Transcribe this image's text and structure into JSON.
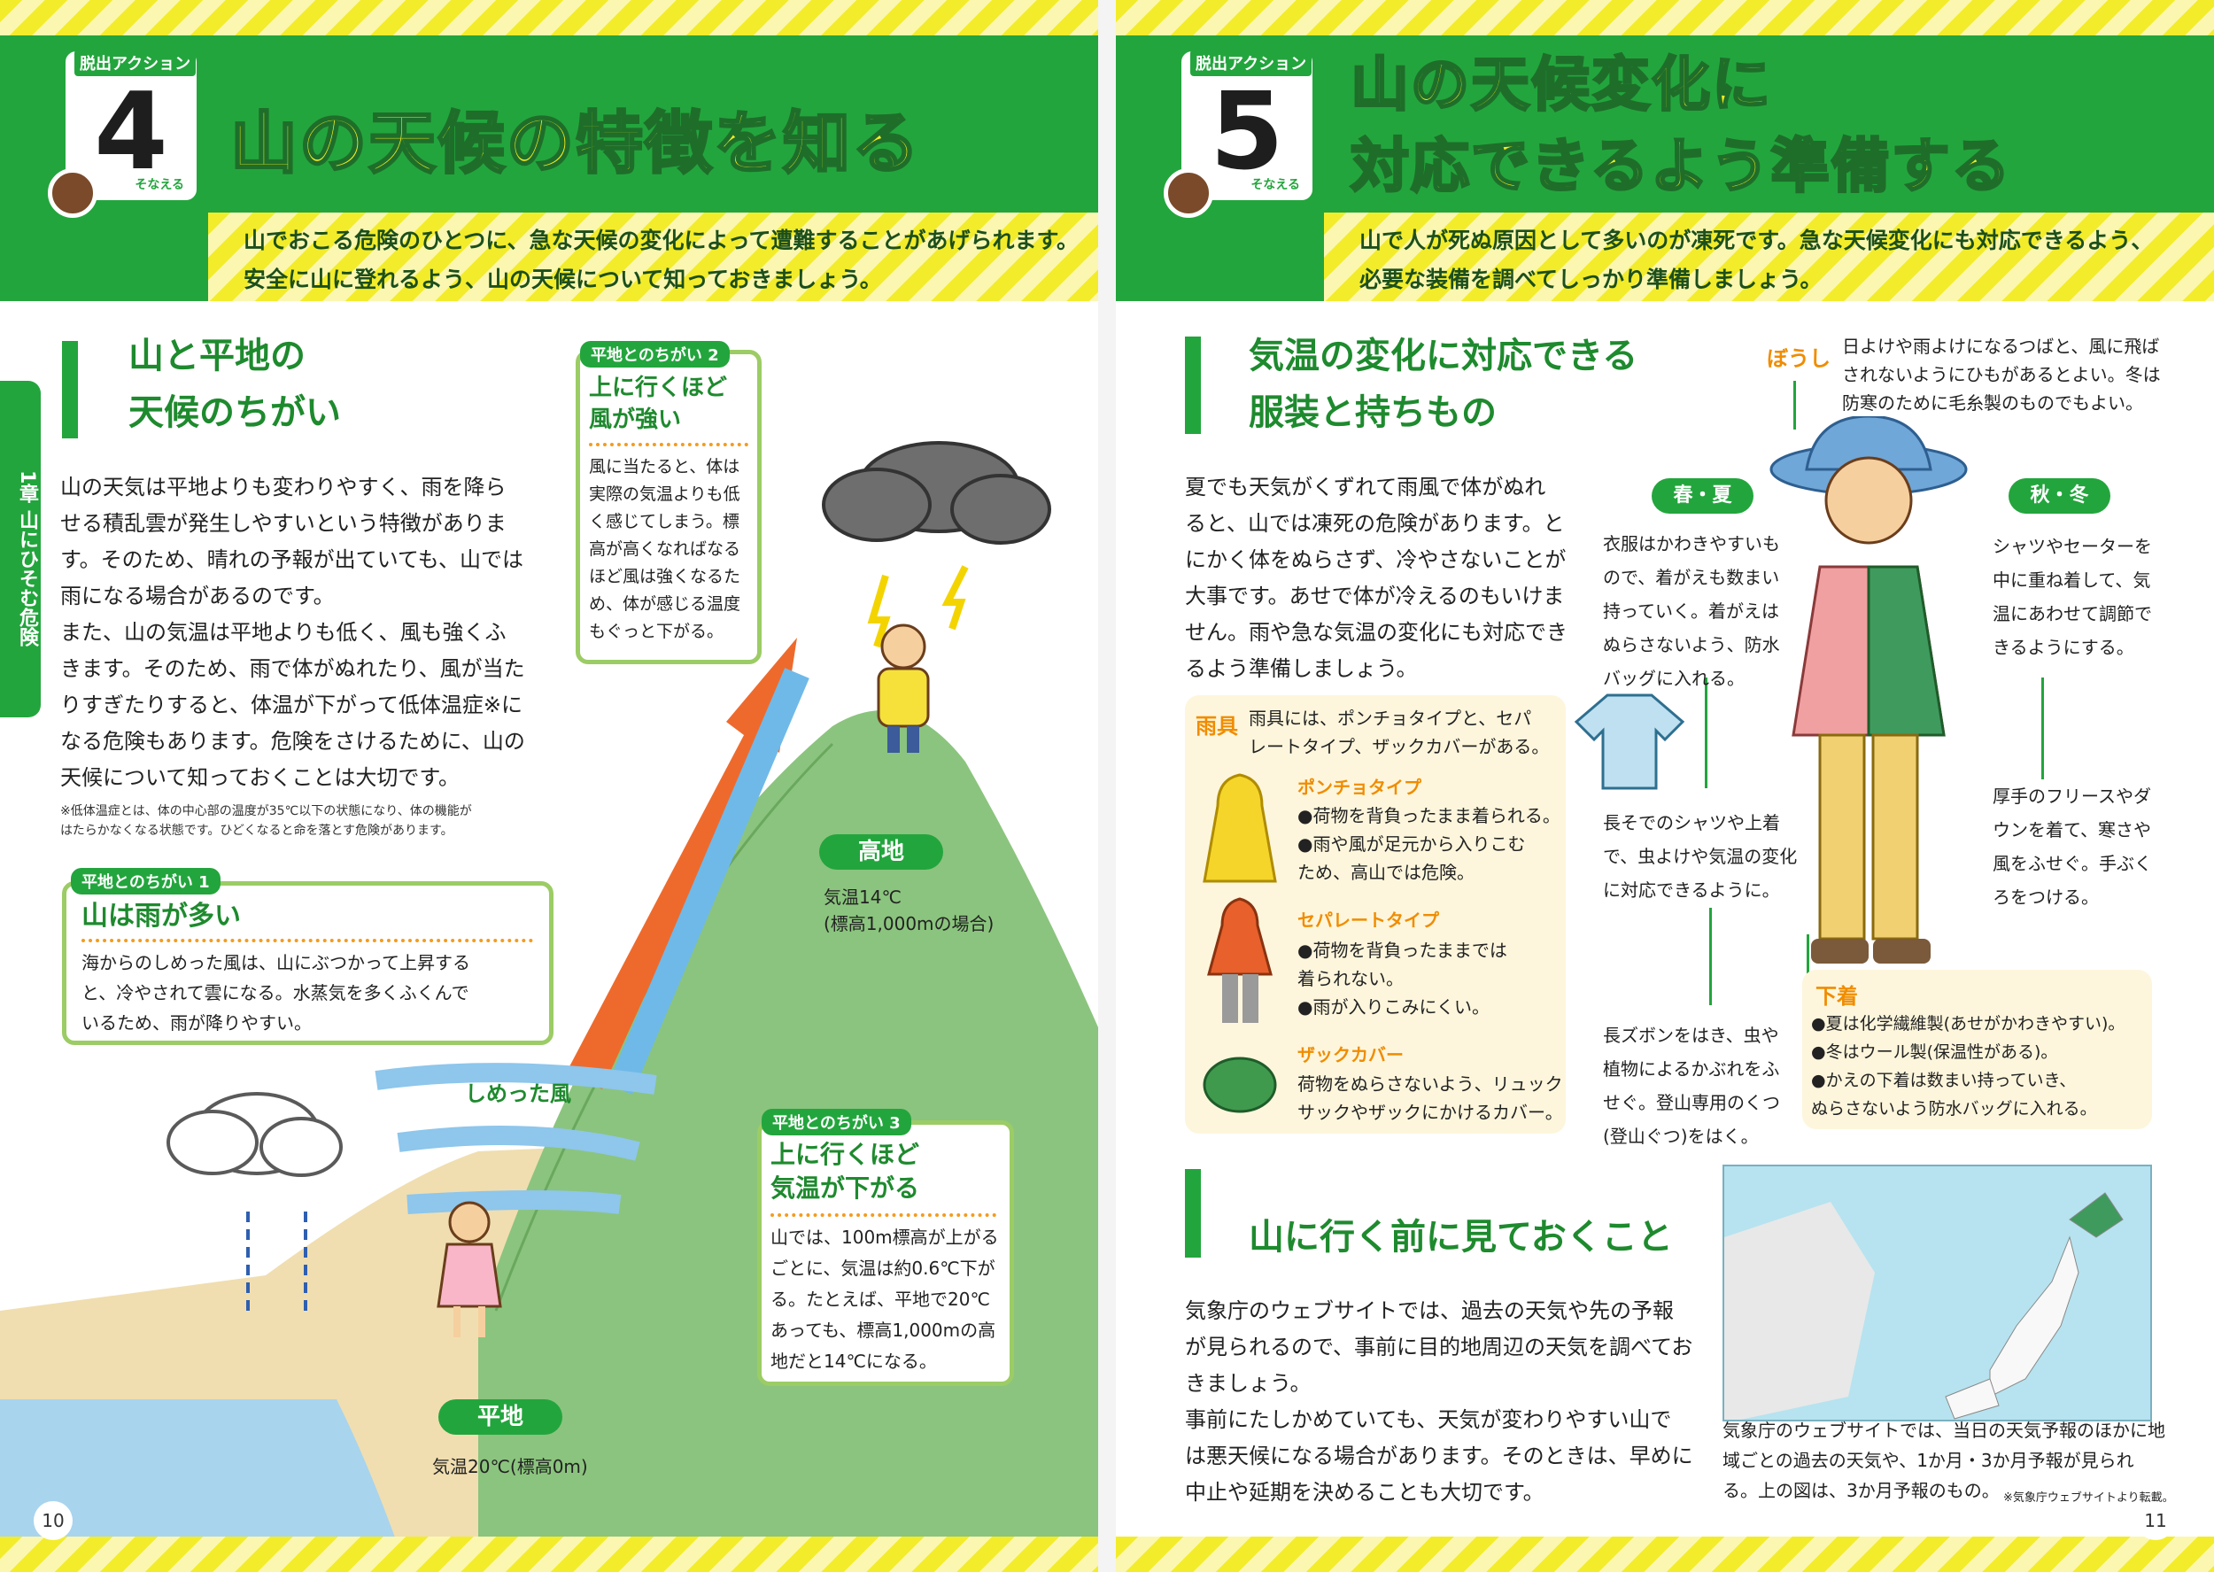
{
  "left_page": {
    "badge": {
      "tag": "脱出アクション",
      "number": "4",
      "foot": "そなえる"
    },
    "title": "山の天候の特徴を知る",
    "intro": [
      "山でおこる危険のひとつに、急な天候の変化によって遭難することがあげられます。",
      "安全に山に登れるよう、山の天候について知っておきましょう。"
    ],
    "side_tab": "1章 山にひそむ危険",
    "section": {
      "title_line1": "山と平地の",
      "title_line2": "天候のちがい"
    },
    "body": [
      "山の天気は平地よりも変わりやすく、雨を降ら",
      "せる積乱雲が発生しやすいという特徴がありま",
      "す。そのため、晴れの予報が出ていても、山では",
      "雨になる場合があるのです。",
      "また、山の気温は平地よりも低く、風も強くふ",
      "きます。そのため、雨で体がぬれたり、風が当た",
      "りすぎたりすると、体温が下がって低体温症※に",
      "なる危険もあります。危険をさけるために、山の",
      "天候について知っておくことは大切です。"
    ],
    "footnote": [
      "※低体温症とは、体の中心部の温度が35℃以下の状態になり、体の機能が",
      "はたらかなくなる状態です。ひどくなると命を落とす危険があります。"
    ],
    "box1": {
      "label": "平地とのちがい 1",
      "title": "山は雨が多い",
      "text": [
        "海からのしめった風は、山にぶつかって上昇する",
        "と、冷やされて雲になる。水蒸気を多くふくんで",
        "いるため、雨が降りやすい。"
      ]
    },
    "box2": {
      "label": "平地とのちがい 2",
      "title1": "上に行くほど",
      "title2": "風が強い",
      "text": [
        "風に当たると、体は",
        "実際の気温よりも低",
        "く感じてしまう。標",
        "高が高くなればなる",
        "ほど風は強くなるた",
        "め、体が感じる温度",
        "もぐっと下がる。"
      ]
    },
    "box3": {
      "label": "平地とのちがい 3",
      "title1": "上に行くほど",
      "title2": "気温が下がる",
      "text": [
        "山では、100m標高が上がる",
        "ごとに、気温は約0.6℃下が",
        "る。たとえば、平地で20℃",
        "あっても、標高1,000mの高",
        "地だと14℃になる。"
      ]
    },
    "wind_label": "しめった風",
    "highland": {
      "label": "高地",
      "temp": "気温14℃",
      "alt": "(標高1,000mの場合)"
    },
    "lowland": {
      "label": "平地",
      "temp": "気温20℃(標高0m)"
    },
    "page_number": "10"
  },
  "right_page": {
    "badge": {
      "tag": "脱出アクション",
      "number": "5",
      "foot": "そなえる"
    },
    "title_line1": "山の天候変化に",
    "title_line2": "対応できるよう準備する",
    "intro": [
      "山で人が死ぬ原因として多いのが凍死です。急な天候変化にも対応できるよう、",
      "必要な装備を調べてしっかり準備しましょう。"
    ],
    "section1": {
      "title_line1": "気温の変化に対応できる",
      "title_line2": "服装と持ちもの"
    },
    "body1": [
      "夏でも天気がくずれて雨風で体がぬれ",
      "ると、山では凍死の危険があります。と",
      "にかく体をぬらさず、冷やさないことが",
      "大事です。あせで体が冷えるのもいけま",
      "せん。雨や急な気温の変化にも対応でき",
      "るよう準備しましょう。"
    ],
    "rain_gear": {
      "label": "雨具",
      "intro": [
        "雨具には、ポンチョタイプと、セパ",
        "レートタイプ、ザックカバーがある。"
      ],
      "poncho": {
        "title": "ポンチョタイプ",
        "items": [
          "●荷物を背負ったまま着られる。",
          "●雨や風が足元から入りこむ",
          "ため、高山では危険。"
        ]
      },
      "separate": {
        "title": "セパレートタイプ",
        "items": [
          "●荷物を背負ったままでは",
          "着られない。",
          "●雨が入りこみにくい。"
        ]
      },
      "pack_cover": {
        "title": "ザックカバー",
        "items": [
          "荷物をぬらさないよう、リュック",
          "サックやザックにかけるカバー。"
        ]
      }
    },
    "hat": {
      "label": "ぼうし",
      "text": [
        "日よけや雨よけになるつばと、風に飛ば",
        "されないようにひもがあるとよい。冬は",
        "防寒のために毛糸製のものでもよい。"
      ]
    },
    "spring_summer": {
      "label": "春・夏",
      "text": [
        "衣服はかわきやすいも",
        "ので、着がえも数まい",
        "持っていく。着がえは",
        "ぬらさないよう、防水",
        "バッグに入れる。"
      ]
    },
    "autumn_winter": {
      "label": "秋・冬",
      "text": [
        "シャツやセーターを",
        "中に重ね着して、気",
        "温にあわせて調節で",
        "きるようにする。"
      ]
    },
    "shirt": {
      "text": [
        "長そでのシャツや上着",
        "で、虫よけや気温の変化",
        "に対応できるように。"
      ]
    },
    "fleece": {
      "text": [
        "厚手のフリースやダ",
        "ウンを着て、寒さや",
        "風をふせぐ。手ぶく",
        "ろをつける。"
      ]
    },
    "pants": {
      "text": [
        "長ズボンをはき、虫や",
        "植物によるかぶれをふ",
        "せぐ。登山専用のくつ",
        "(登山ぐつ)をはく。"
      ]
    },
    "underwear": {
      "label": "下着",
      "items": [
        "●夏は化学繊維製(あせがかわきやすい)。",
        "●冬はウール製(保温性がある)。",
        "●かえの下着は数まい持っていき、",
        "ぬらさないよう防水バッグに入れる。"
      ]
    },
    "section2": {
      "title": "山に行く前に見ておくこと"
    },
    "body2": [
      "気象庁のウェブサイトでは、過去の天気や先の予報",
      "が見られるので、事前に目的地周辺の天気を調べてお",
      "きましょう。",
      "事前にたしかめていても、天気が変わりやすい山で",
      "は悪天候になる場合があります。そのときは、早めに",
      "中止や延期を決めることも大切です。"
    ],
    "map_caption": [
      "気象庁のウェブサイトでは、当日の天気予報のほかに地",
      "域ごとの過去の天気や、1か月・3か月予報が見られ",
      "る。上の図は、3か月予報のもの。"
    ],
    "map_credit": "※気象庁ウェブサイトより転載。",
    "page_number": "11"
  },
  "colors": {
    "green": "#23a53d",
    "yellow": "#f7ee22",
    "light_green": "#9ccc65",
    "orange": "#f08c00"
  }
}
